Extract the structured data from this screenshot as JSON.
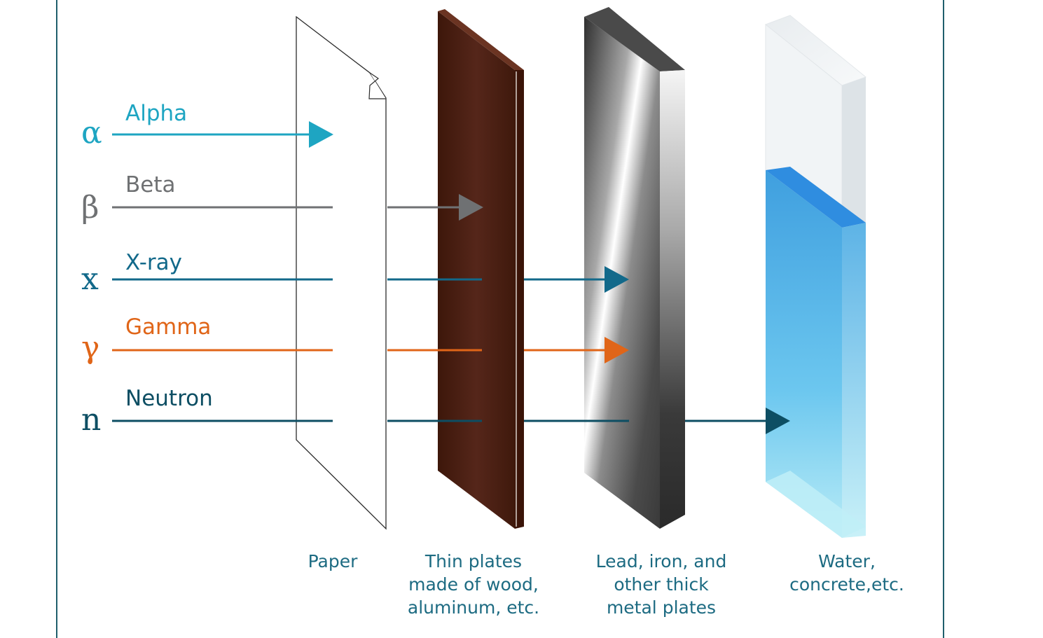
{
  "radiation_types": [
    {
      "symbol": "α",
      "label": "Alpha",
      "color": "#1ea5c2",
      "stopped_by": "Paper"
    },
    {
      "symbol": "β",
      "label": "Beta",
      "color": "#6f7173",
      "stopped_by": "Thin plates made of wood, aluminum, etc."
    },
    {
      "symbol": "x",
      "label": "X-ray",
      "color": "#12698a",
      "stopped_by": "Lead, iron, and other thick metal plates"
    },
    {
      "symbol": "γ",
      "label": "Gamma",
      "color": "#e06518",
      "stopped_by": "Lead, iron, and other thick metal plates"
    },
    {
      "symbol": "n",
      "label": "Neutron",
      "color": "#0d4e63",
      "stopped_by": "Water, concrete,etc."
    }
  ],
  "barriers": [
    {
      "lines": [
        "Paper"
      ],
      "material": "paper"
    },
    {
      "lines": [
        "Thin plates",
        "made of wood,",
        "aluminum, etc."
      ],
      "material": "wood"
    },
    {
      "lines": [
        "Lead, iron, and",
        "other thick",
        "metal plates"
      ],
      "material": "metal"
    },
    {
      "lines": [
        "Water,",
        "concrete,etc."
      ],
      "material": "water"
    }
  ],
  "colors": {
    "frame": "#1f5f6c",
    "caption_text": "#1d6b82",
    "wood": "#4a1f10",
    "water": "#45aee3"
  }
}
